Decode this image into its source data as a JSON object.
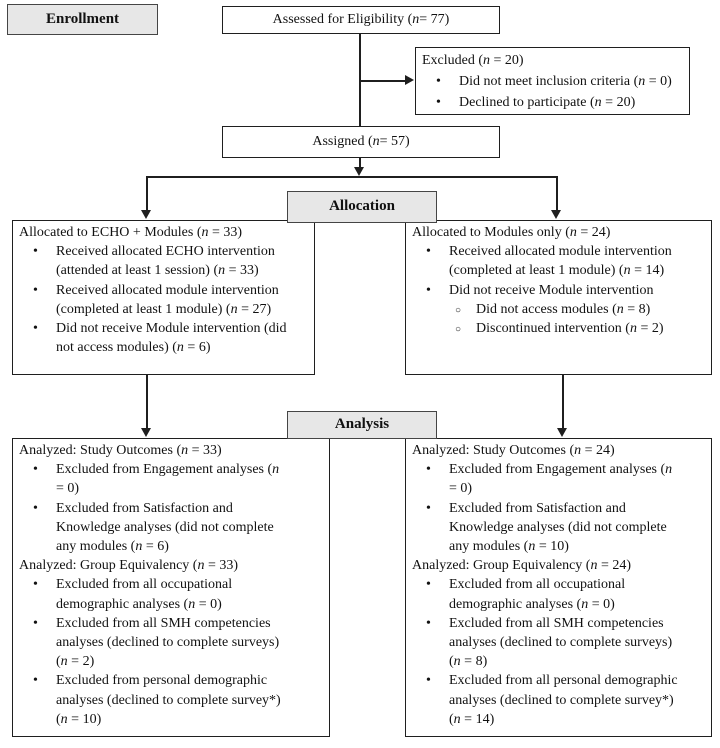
{
  "figure": {
    "kind": "CONSORT participant flow diagram",
    "colors": {
      "box_border": "#1f1f1f",
      "stage_label_fill": "#e7e7e7",
      "background": "#ffffff",
      "text": "#111111"
    },
    "stages": {
      "enrollment_label": "Enrollment",
      "allocation_label": "Allocation",
      "analysis_label": "Analysis"
    },
    "assessed": {
      "text": "Assessed for Eligibility (n = 77)"
    },
    "excluded": {
      "title": "Excluded (n = 20)",
      "items": [
        "Did not meet inclusion criteria (n = 0)",
        "Declined to participate (n = 20)"
      ]
    },
    "assigned": {
      "text": "Assigned (n = 57)"
    },
    "alloc_left": {
      "title": "Allocated to ECHO + Modules (n = 33)",
      "items": [
        "Received allocated ECHO intervention (attended at least 1 session) (n = 33)",
        "Received allocated module intervention (completed at least 1 module) (n = 27)",
        "Did not receive Module intervention (did not access modules) (n = 6)"
      ]
    },
    "alloc_right": {
      "title": "Allocated to Modules only (n = 24)",
      "items": [
        "Received allocated module intervention (completed at least 1 module) (n = 14)",
        "Did not receive Module intervention"
      ],
      "subitems": [
        "Did not access modules (n = 8)",
        "Discontinued intervention (n = 2)"
      ]
    },
    "analysis_left": {
      "sections": [
        {
          "title": "Analyzed: Study Outcomes (n = 33)",
          "items": [
            "Excluded from Engagement analyses (n = 0)",
            "Excluded from Satisfaction and Knowledge analyses (did not complete any modules (n = 6)"
          ]
        },
        {
          "title": "Analyzed: Group Equivalency (n = 33)",
          "items": [
            "Excluded from all occupational demographic analyses (n = 0)",
            "Excluded from all SMH competencies analyses (declined to complete surveys) (n = 2)",
            "Excluded from personal demographic analyses (declined to complete survey*) (n = 10)"
          ]
        }
      ]
    },
    "analysis_right": {
      "sections": [
        {
          "title": "Analyzed: Study Outcomes (n = 24)",
          "items": [
            "Excluded from Engagement analyses (n = 0)",
            "Excluded from Satisfaction and Knowledge analyses (did not complete any modules (n = 10)"
          ]
        },
        {
          "title": "Analyzed: Group Equivalency (n = 24)",
          "items": [
            "Excluded from all occupational demographic analyses (n = 0)",
            "Excluded from all SMH competencies analyses (declined to complete surveys) (n = 8)",
            "Excluded from all personal demographic analyses (declined to complete survey*) (n = 14)"
          ]
        }
      ]
    }
  }
}
